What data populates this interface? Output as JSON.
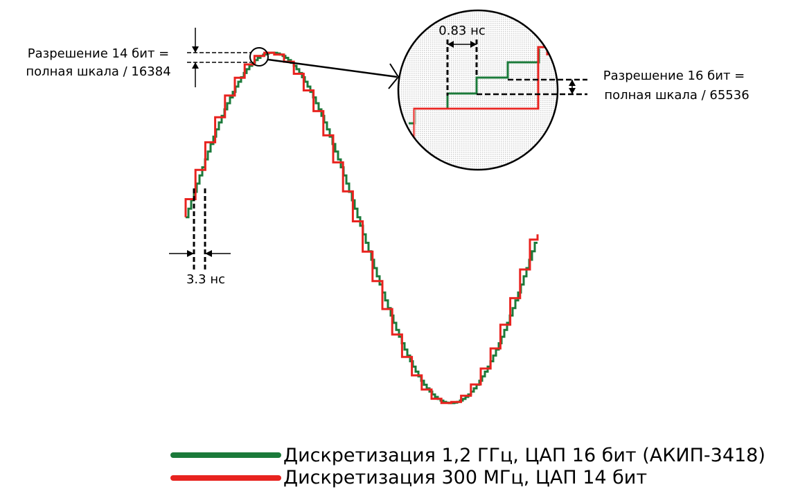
{
  "annotations": {
    "res14_line1": "Разрешение 14 бит =",
    "res14_line2": "полная шкала /  16384",
    "res16_line1": "Разрешение 16 бит =",
    "res16_line2": "полная шкала /  65536",
    "step_33": "3.3 нс",
    "step_083": "0.83 нс"
  },
  "legend": [
    {
      "label": "Дискретизация 1,2 ГГц, ЦАП 16 бит (АКИП-3418)",
      "color": "#1b7a3a"
    },
    {
      "label": "Дискретизация 300 МГц, ЦАП 14 бит",
      "color": "#e8231f"
    }
  ],
  "colors": {
    "fine_wave": "#1b7a3a",
    "coarse_wave": "#e8231f",
    "magnifier_fill": "#dedede"
  }
}
